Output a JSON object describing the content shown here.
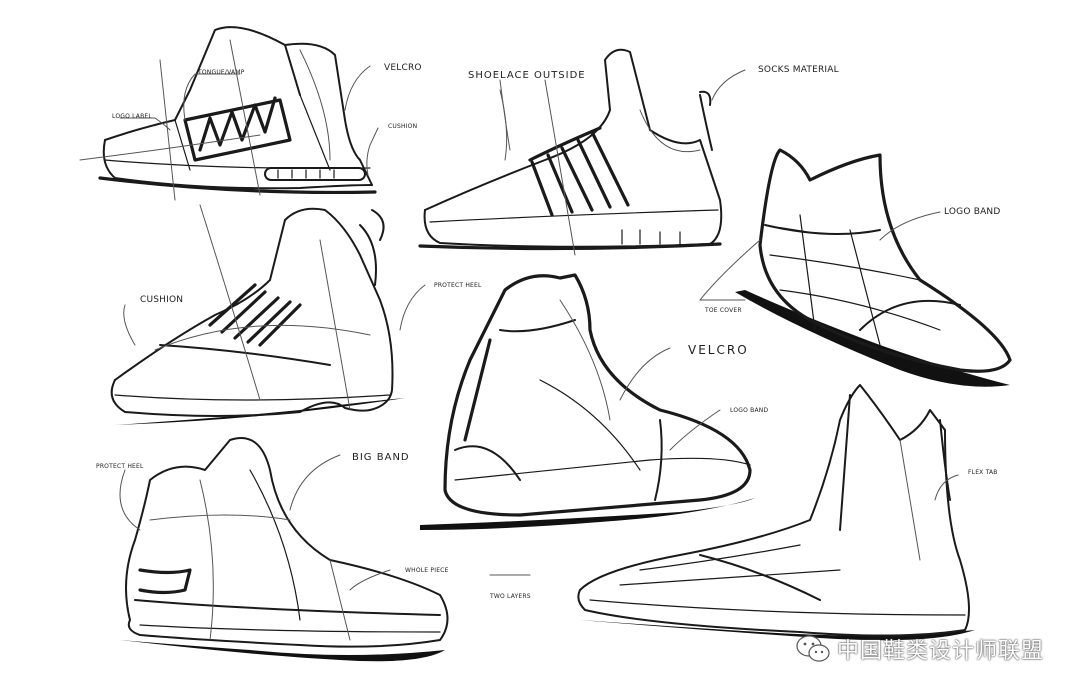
{
  "labels": {
    "tongue": "TONGUE/VAMP",
    "velcro_top": "VELCRO",
    "logo_label": "LOGO LABEL",
    "cushion_top": "CUSHION",
    "shoelace": "SHOELACE OUTSIDE",
    "socks": "SOCKS MATERIAL",
    "logo_band_right": "LOGO BAND",
    "toe_cover": "TOE COVER",
    "cushion_mid": "CUSHION",
    "protect_heel_mid": "PROTECT HEEL",
    "velcro_mid": "VELCRO",
    "logo_band_mid": "LOGO BAND",
    "protect_heel_left": "PROTECT HEEL",
    "big_band": "BIG BAND",
    "whole_piece": "WHOLE PIECE",
    "two_layers": "TWO LAYERS",
    "flex_tab": "FLEX TAB"
  },
  "watermark": {
    "text": "中国鞋类设计师联盟",
    "icon": "wechat-icon"
  },
  "colors": {
    "ink": "#1a1a1a",
    "paper": "#ffffff"
  }
}
